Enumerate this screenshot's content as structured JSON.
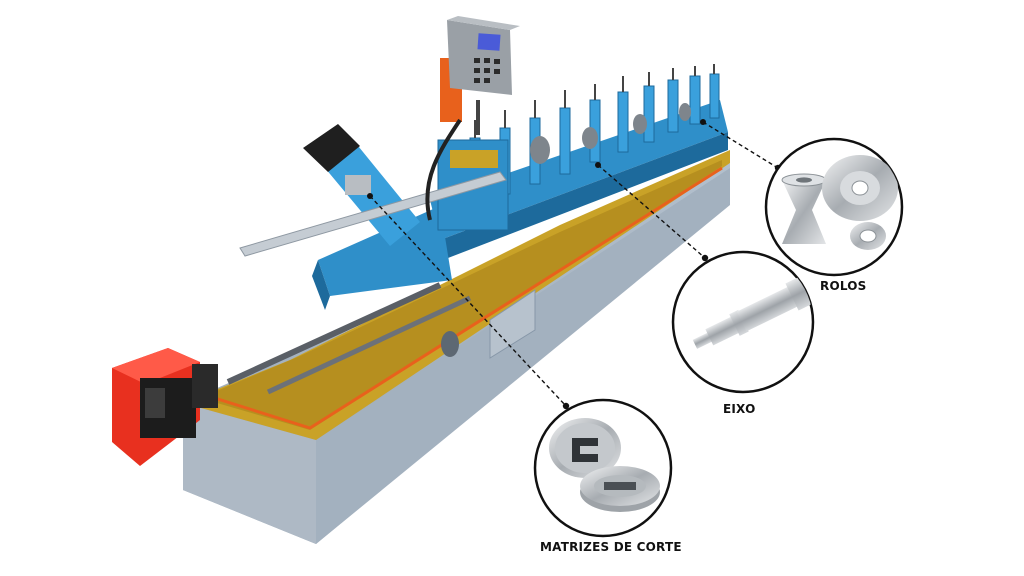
{
  "callouts": {
    "rolos": "ROLOS",
    "eixo": "EIXO",
    "matrizes": "MATRIZES DE CORTE"
  },
  "colors": {
    "frame": "#a9b6c4",
    "frame_dark": "#8797a8",
    "machine_blue": "#2f8fc9",
    "machine_blue_dark": "#1d6a9c",
    "accent_red": "#e8301f",
    "accent_orange": "#e8611c",
    "panel_grey": "#9aa0a6",
    "metal": "#c5c9cd"
  }
}
